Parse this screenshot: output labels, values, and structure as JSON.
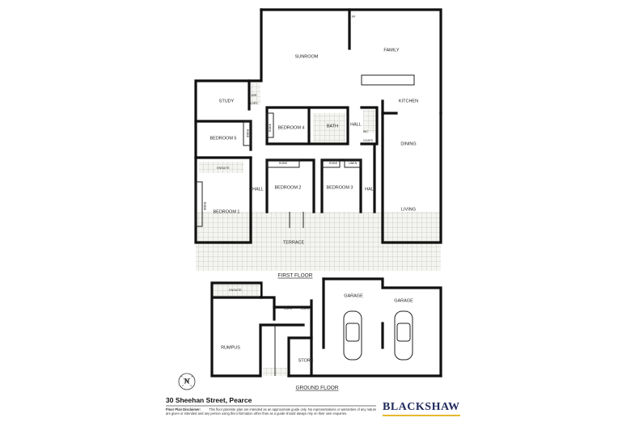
{
  "address": "30 Sheehan Street, Pearce",
  "disclaimer": {
    "label": "Floor Plan Disclaimer:",
    "text": "This floor plan/site plan are intended as an approximate guide only. No representations or warranties of any nature are given or intended and any person using this information other than as a guide should always rely on their own enquiries."
  },
  "brand": {
    "name": "BLACKSHAW",
    "color": "#1f2a5c",
    "accent": "#e7b82e"
  },
  "first_floor": {
    "title": "FIRST FLOOR",
    "rooms": {
      "sunroom": "SUNROOM",
      "family": "FAMILY",
      "fp": "FP",
      "kitchen": "KITCHEN",
      "study": "STUDY",
      "wir": "WIR",
      "ldry": "LDRY",
      "bedroom4": "BEDROOM 4",
      "bath": "BATH",
      "hall1": "HALL",
      "wc": "WC",
      "coats": "COATS",
      "bedroom5": "BEDROOM 5",
      "robe5": "ROBE",
      "robe4": "ROBE",
      "ensuite": "ENSUITE",
      "robe2": "ROBE",
      "bedroom2": "BEDROOM 2",
      "robe3": "ROBE",
      "linen": "LINEN",
      "bedroom3": "BEDROOM 3",
      "hall2": "HALL",
      "hall3": "HALL",
      "dining": "DINING",
      "living": "LIVING",
      "bedroom1": "BEDROOM 1",
      "robe1": "ROBE",
      "terrace": "TERRACE"
    }
  },
  "ground_floor": {
    "title": "GROUND FLOOR",
    "rooms": {
      "ensuite": "ENSUITE",
      "cupd1": "CUPD",
      "cupd2": "CUPD",
      "garage1": "GARAGE",
      "garage2": "GARAGE",
      "rumpus": "RUMPUS",
      "store": "STORE"
    }
  },
  "compass": {
    "label": "N"
  }
}
